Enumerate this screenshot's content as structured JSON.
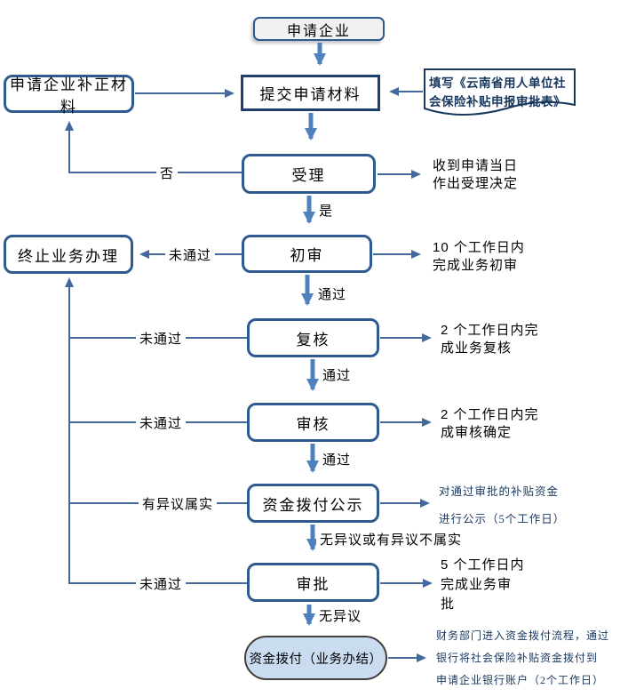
{
  "nodes": {
    "start": "申请企业",
    "submit": "提交申请材料",
    "correction": "申请企业补正材料",
    "accept": "受理",
    "terminate": "终止业务办理",
    "first_review": "初审",
    "recheck": "复核",
    "audit": "审核",
    "publicity": "资金拨付公示",
    "approval": "审批",
    "final": "资金拨付（业务办结）"
  },
  "edge_labels": {
    "no": "否",
    "yes": "是",
    "pass": "通过",
    "fail": "未通过",
    "objection_true": "有异议属实",
    "no_objection_or_false": "无异议或有异议不属实",
    "no_objection": "无异议"
  },
  "annotations": {
    "fill_form": "填写《云南省用人单位社\n会保险补贴申报审批表》",
    "accept_note": "收到申请当日\n作出受理决定",
    "first_review_note": "10 个工作日内\n完成业务初审",
    "recheck_note": "2 个工作日内完\n成业务复核",
    "audit_note": "2 个工作日内完\n成审核确定",
    "publicity_note": "对通过审批的补贴资金\n进行公示（5个工作日）",
    "approval_note": "5 个工作日内\n完成业务审\n批",
    "final_note": "财务部门进入资金拨付流程，通过\n银行将社会保险补贴资金拨付到\n申请企业银行账户（2个工作日）"
  },
  "colors": {
    "arrow_blue": "#4F81BD",
    "thin_line": "#44699D",
    "box_border": "#2E5A8F",
    "dark_border": "#1F3F6E",
    "note_navy": "#17375E",
    "start_fill": "#F1F1F1",
    "final_fill": "#C9DCF0"
  }
}
